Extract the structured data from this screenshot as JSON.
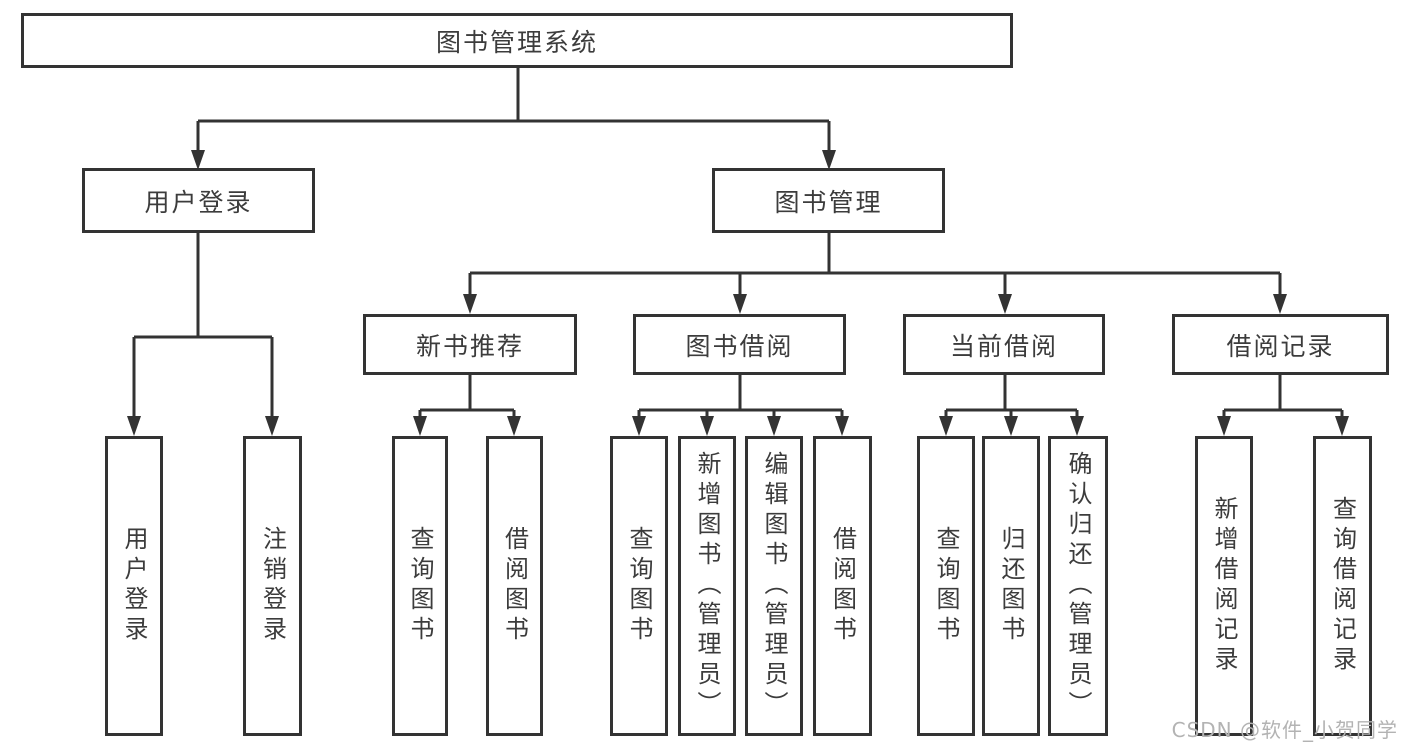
{
  "tree": {
    "root": "图书管理系统",
    "user_login": "用户登录",
    "book_mgmt": "图书管理",
    "sections": {
      "recommend": "新书推荐",
      "borrow": "图书借阅",
      "current": "当前借阅",
      "records": "借阅记录"
    },
    "leaves": {
      "user": [
        "用户登录",
        "注销登录"
      ],
      "recommend": [
        "查询图书",
        "借阅图书"
      ],
      "borrow": [
        "查询图书",
        "新增图书（管理员）",
        "编辑图书（管理员）",
        "借阅图书"
      ],
      "current": [
        "查询图书",
        "归还图书",
        "确认归还（管理员）"
      ],
      "records": [
        "新增借阅记录",
        "查询借阅记录"
      ]
    }
  },
  "watermark": "CSDN @软件_小贺同学",
  "colors": {
    "line": "#333333",
    "text": "#3c3c3c",
    "watermark": "#b3b3b3",
    "background": "#ffffff"
  }
}
